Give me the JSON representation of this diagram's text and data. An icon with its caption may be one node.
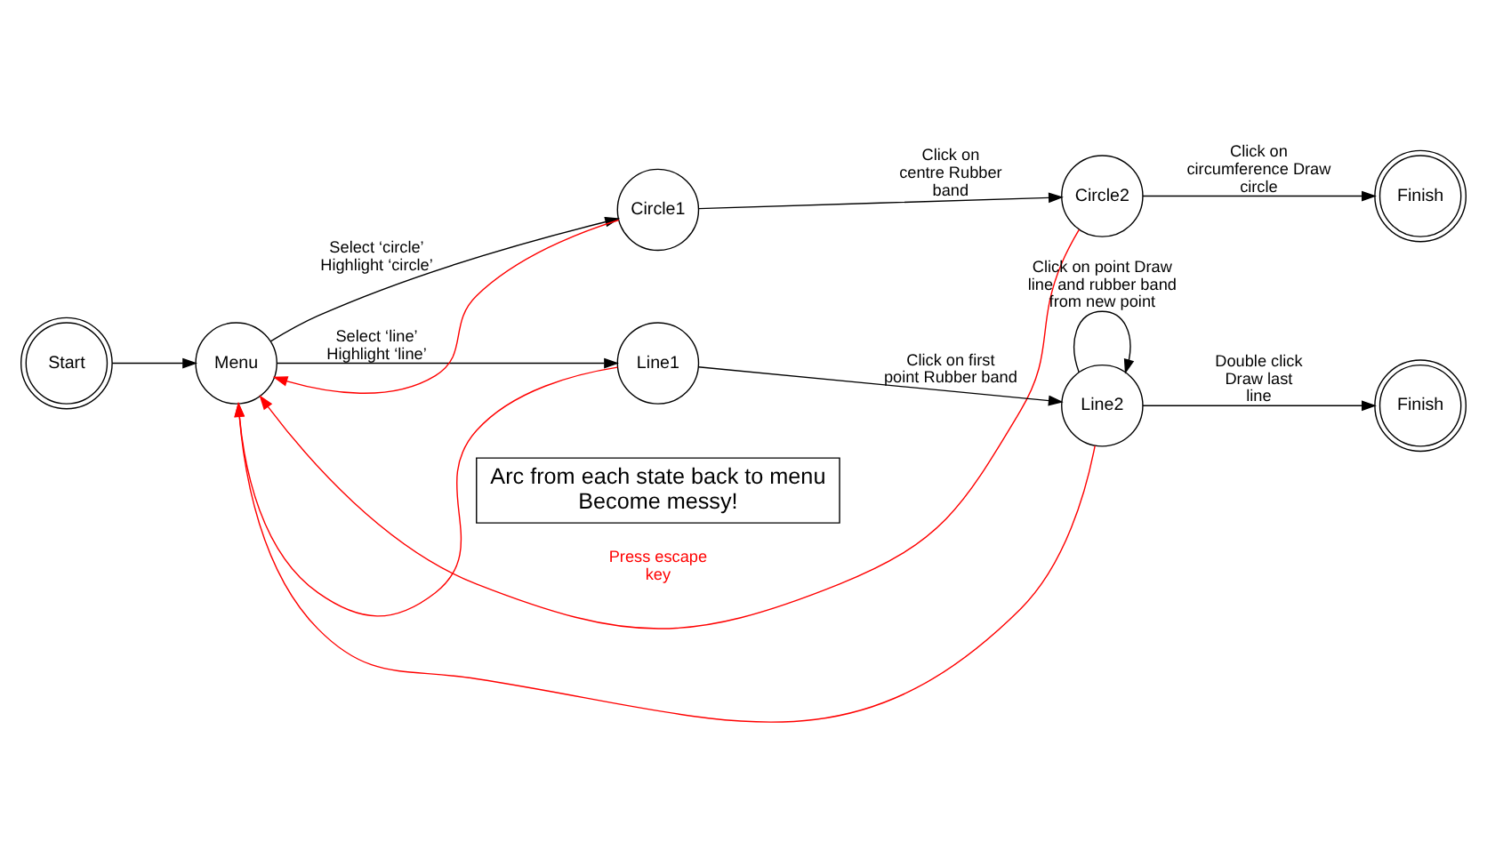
{
  "diagram": {
    "nodes": [
      {
        "text": [
          "Start"
        ]
      },
      {
        "text": [
          "Menu"
        ]
      },
      {
        "text": [
          "Circle1"
        ]
      },
      {
        "text": [
          "Circle2"
        ]
      },
      {
        "text": [
          "Finish"
        ]
      },
      {
        "text": [
          "Line1"
        ]
      },
      {
        "text": [
          "Line2"
        ]
      },
      {
        "text": [
          "Finish"
        ]
      },
      {
        "text": [
          "Arc from each state back to menu",
          "Become messy!"
        ]
      }
    ],
    "edges": [
      {
        "from": 0,
        "to": 1,
        "arrow": "to"
      },
      {
        "from": 1,
        "to": 2,
        "arrow": "to",
        "label": "Select ‘circle’ Highlight ‘circle’"
      },
      {
        "from": 2,
        "to": 3,
        "arrow": "to",
        "label": "Click on centre Rubber band"
      },
      {
        "from": 3,
        "to": 4,
        "arrow": "to",
        "label": "Click on circumference Draw circle"
      },
      {
        "from": 2,
        "to": 1,
        "arrow": "to",
        "color": "#ff0000"
      },
      {
        "from": 3,
        "to": 1,
        "arrow": "to",
        "color": "#ff0000",
        "label": "Press escape key"
      },
      {
        "from": 5,
        "to": 1,
        "arrow": "to",
        "color": "#ff0000"
      },
      {
        "from": 6,
        "to": 1,
        "arrow": "to",
        "color": "#ff0000"
      },
      {
        "from": 1,
        "to": 5,
        "arrow": "to",
        "label": "Select ‘line’ Highlight ‘line’"
      },
      {
        "from": 5,
        "to": 6,
        "arrow": "to",
        "label": "Click on first point Rubber band"
      },
      {
        "from": 6,
        "to": 7,
        "arrow": "to",
        "label": "Double click Draw last line"
      },
      {
        "from": 6,
        "to": 6,
        "arrow": "to",
        "label": "Click on point Draw line and rubber band from new point"
      }
    ]
  }
}
